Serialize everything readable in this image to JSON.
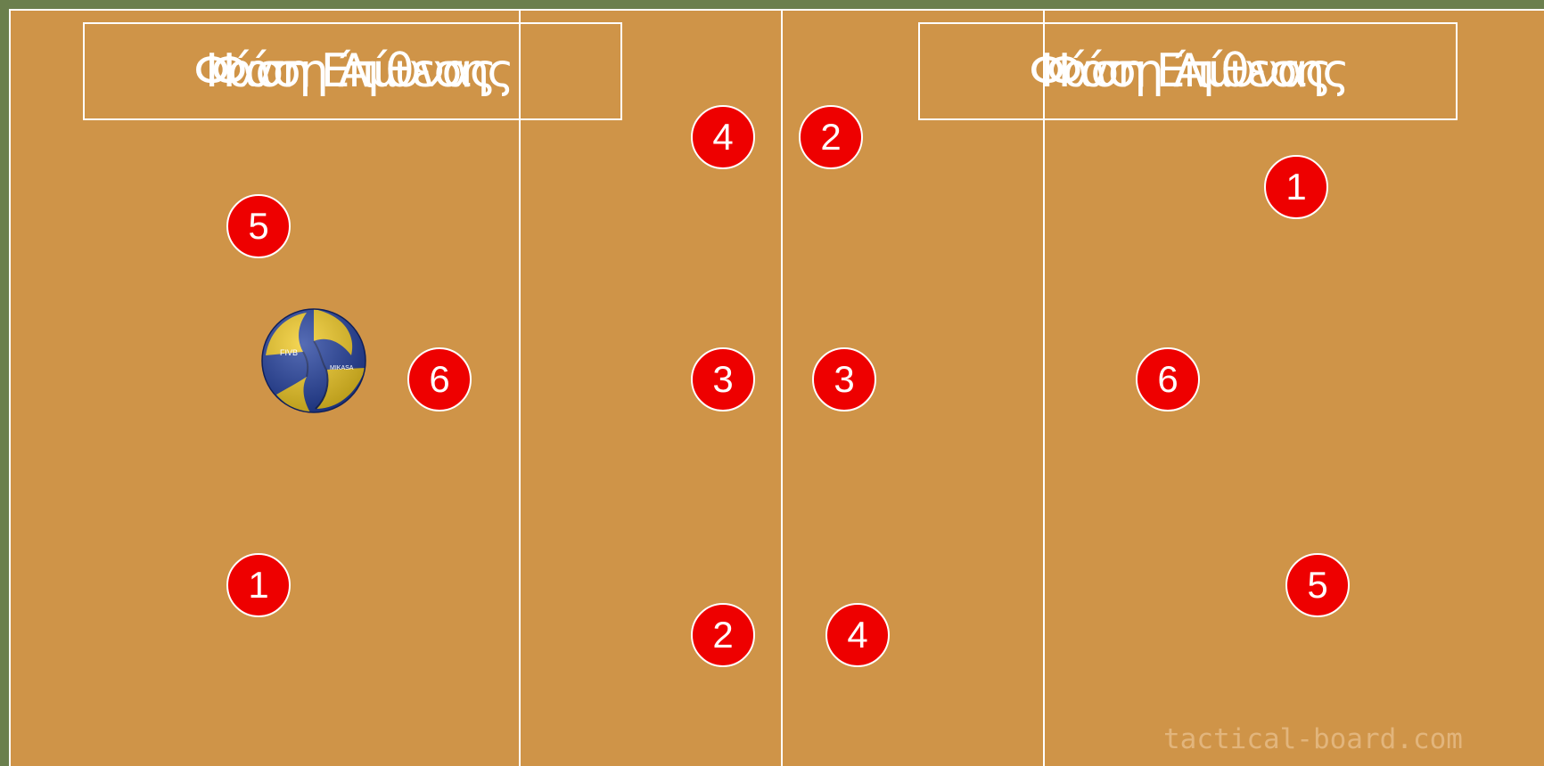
{
  "labels": {
    "left": {
      "line_a": "Φάση Επίθεσης",
      "line_b": "Φάση Άμυνας"
    },
    "right": {
      "line_a": "Φάση Επίθεσης",
      "line_b": "Φάση Άμυνας"
    }
  },
  "players": {
    "left": [
      "5",
      "6",
      "1",
      "4",
      "3",
      "2"
    ],
    "right": [
      "2",
      "3",
      "4",
      "1",
      "6",
      "5"
    ]
  },
  "ball_icon": "volleyball-icon",
  "watermark": "tactical-board.com",
  "colors": {
    "court": "#cf9448",
    "border": "#6b7f4d",
    "lines": "#ffffff",
    "player": "#ee0000"
  }
}
